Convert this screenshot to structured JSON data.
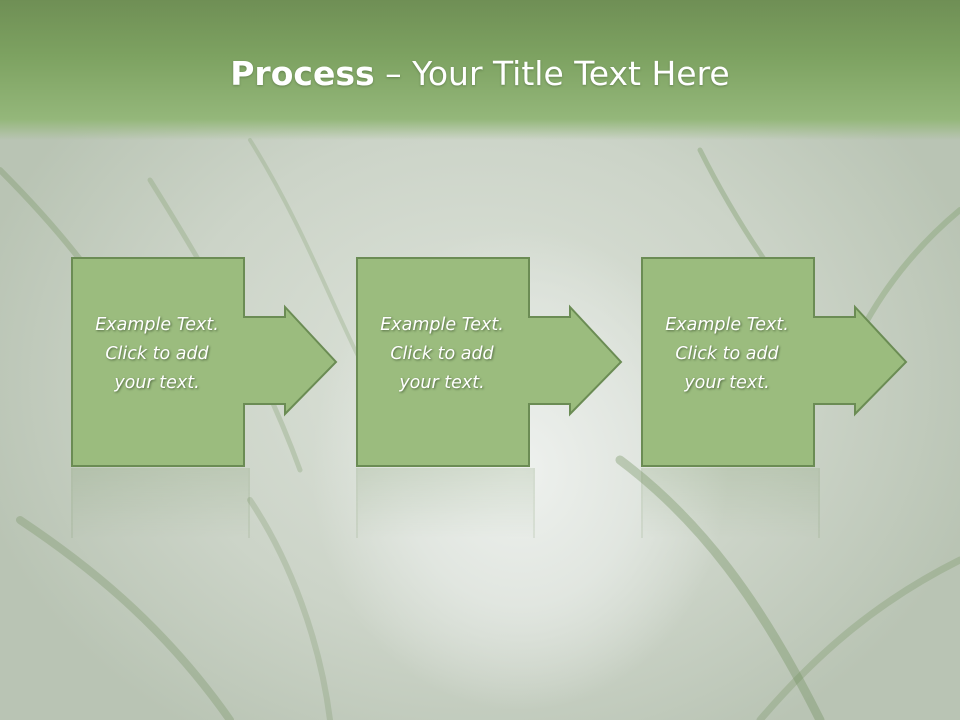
{
  "slide": {
    "title_bold": "Process",
    "title_rest": " – Your Title Text Here"
  },
  "steps": [
    {
      "line1": "Example Text.",
      "line2": "Click  to add",
      "line3": "your text."
    },
    {
      "line1": "Example Text.",
      "line2": "Click  to add",
      "line3": "your text."
    },
    {
      "line1": "Example Text.",
      "line2": "Click  to add",
      "line3": "your text."
    }
  ],
  "colors": {
    "header": "#7da261",
    "box_fill": "#9bbc7e",
    "box_border": "#6b8c54",
    "text": "#ffffff"
  }
}
